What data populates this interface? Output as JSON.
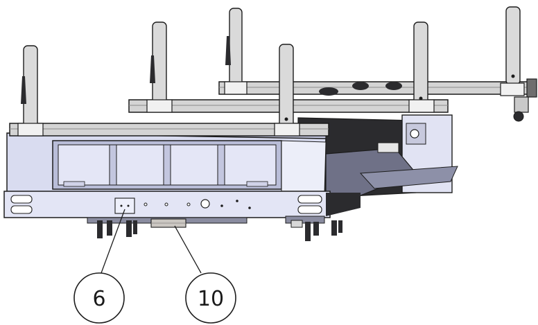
{
  "diagram": {
    "colors": {
      "body_fill": "#d9dcf0",
      "body_light": "#eceef9",
      "body_shade": "#b9bdd8",
      "dark": "#2b2b2e",
      "outline": "#1c1c1c",
      "rail_fill": "#d4d4d4",
      "post_fill": "#dadada",
      "plate": "#cbc7c2"
    },
    "callouts": [
      {
        "id": "c6",
        "label": "6"
      },
      {
        "id": "c10",
        "label": "10"
      }
    ]
  }
}
